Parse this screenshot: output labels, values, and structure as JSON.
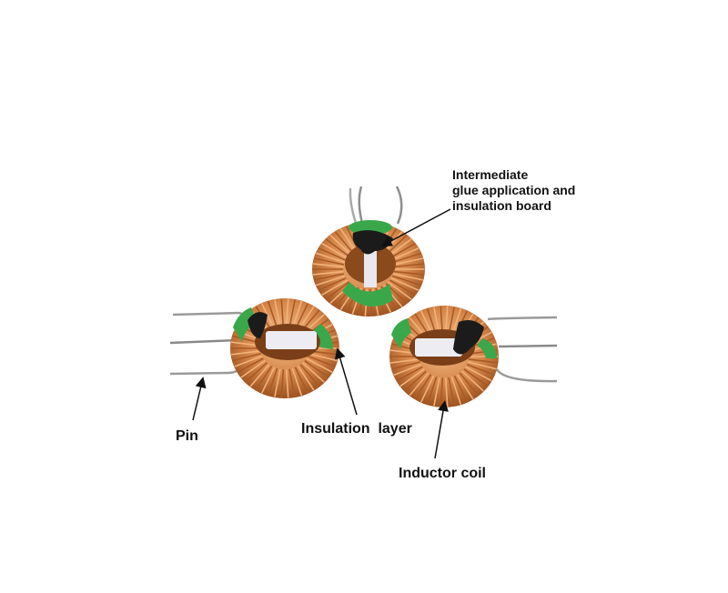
{
  "labels": {
    "intermediate_glue": "Intermediate\nglue application and\ninsulation board",
    "pin": "Pin",
    "insulation_layer": "Insulation  layer",
    "inductor_coil": "Inductor coil"
  },
  "colors": {
    "copper": "#d6874a",
    "copper_dark": "#a85a26",
    "copper_light": "#f2b27a",
    "green_core": "#3aa84a",
    "black_glue": "#1b1b1b",
    "insulation_board": "#e9e9ef",
    "pin_metal": "#9a9a9a",
    "arrow": "#111111"
  }
}
